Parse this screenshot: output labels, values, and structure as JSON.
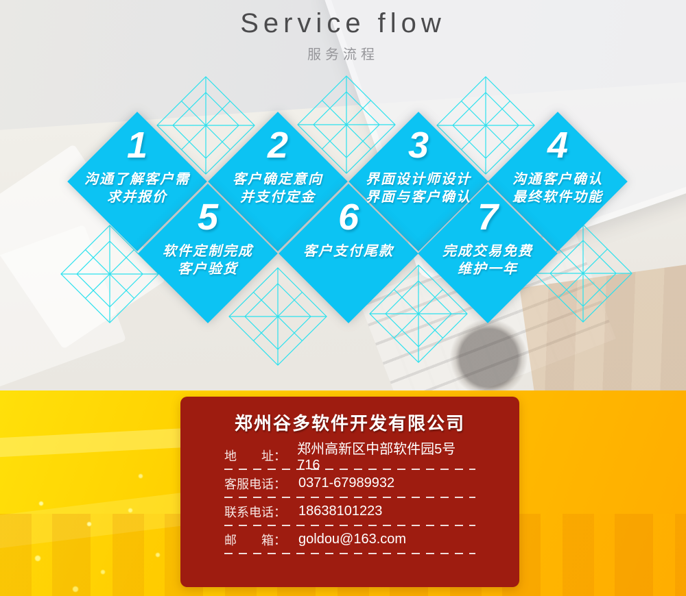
{
  "header": {
    "title": "Service flow",
    "subtitle": "服务流程"
  },
  "steps": [
    {
      "num": "1",
      "line1": "沟通了解客户需",
      "line2": "求并报价"
    },
    {
      "num": "2",
      "line1": "客户确定意向",
      "line2": "并支付定金"
    },
    {
      "num": "3",
      "line1": "界面设计师设计",
      "line2": "界面与客户确认"
    },
    {
      "num": "4",
      "line1": "沟通客户确认",
      "line2": "最终软件功能"
    },
    {
      "num": "5",
      "line1": "软件定制完成",
      "line2": "客户验货"
    },
    {
      "num": "6",
      "line1": "客户支付尾款",
      "line2": ""
    },
    {
      "num": "7",
      "line1": "完成交易免费",
      "line2": "维护一年"
    }
  ],
  "company": {
    "name": "郑州谷多软件开发有限公司",
    "rows": [
      {
        "label": "地　　址：",
        "value": "郑州高新区中部软件园5号716"
      },
      {
        "label": "客服电话：",
        "value": "0371-67989932"
      },
      {
        "label": "联系电话：",
        "value": "18638101223"
      },
      {
        "label": "邮　　箱：",
        "value": "goldou@163.com"
      }
    ]
  },
  "colors": {
    "diamond_cyan": "#0cc3f3",
    "decor_outline": "#2ae1ee",
    "card_red": "#9e1c10",
    "footer_yellow": "#ffd000",
    "footer_orange": "#ffac00",
    "title_gray": "#4b4b4d"
  }
}
